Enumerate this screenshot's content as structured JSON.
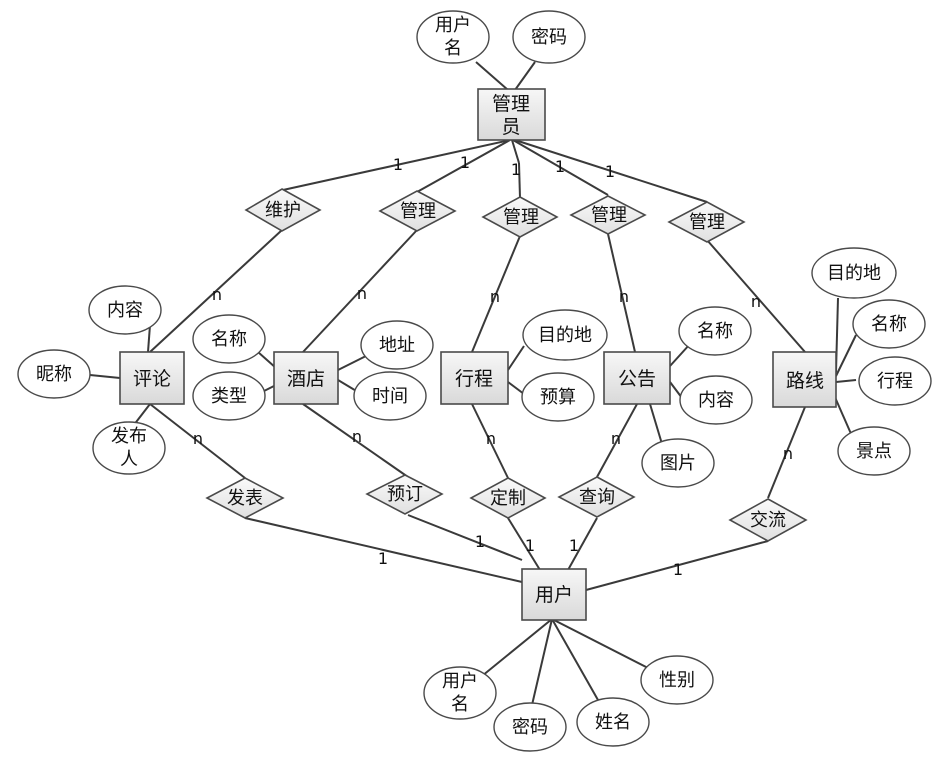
{
  "entities": {
    "admin": {
      "l1": "管理",
      "l2": "员"
    },
    "comment": "评论",
    "hotel": "酒店",
    "itinerary": "行程",
    "notice": "公告",
    "route": "路线",
    "user": "用户"
  },
  "relationships": {
    "maintain": "维护",
    "manage_hotel": "管理",
    "manage_itinerary": "管理",
    "manage_notice": "管理",
    "manage_route": "管理",
    "publish": "发表",
    "book": "预订",
    "customize": "定制",
    "query": "查询",
    "exchange": "交流"
  },
  "attributes": {
    "admin": {
      "username": {
        "l1": "用户",
        "l2": "名"
      },
      "password": "密码"
    },
    "comment": {
      "content": "内容",
      "nickname": "昵称",
      "publisher": {
        "l1": "发布",
        "l2": "人"
      }
    },
    "hotel": {
      "name": "名称",
      "type": "类型",
      "address": "地址",
      "time": "时间"
    },
    "itinerary": {
      "destination": "目的地",
      "budget": "预算"
    },
    "notice": {
      "name": "名称",
      "content": "内容",
      "image": "图片"
    },
    "route": {
      "destination": "目的地",
      "name": "名称",
      "itinerary": "行程",
      "scenic": "景点"
    },
    "user": {
      "username": {
        "l1": "用户",
        "l2": "名"
      },
      "password": "密码",
      "name": "姓名",
      "gender": "性别"
    }
  },
  "cardinality": {
    "one": "1",
    "many": "n"
  }
}
